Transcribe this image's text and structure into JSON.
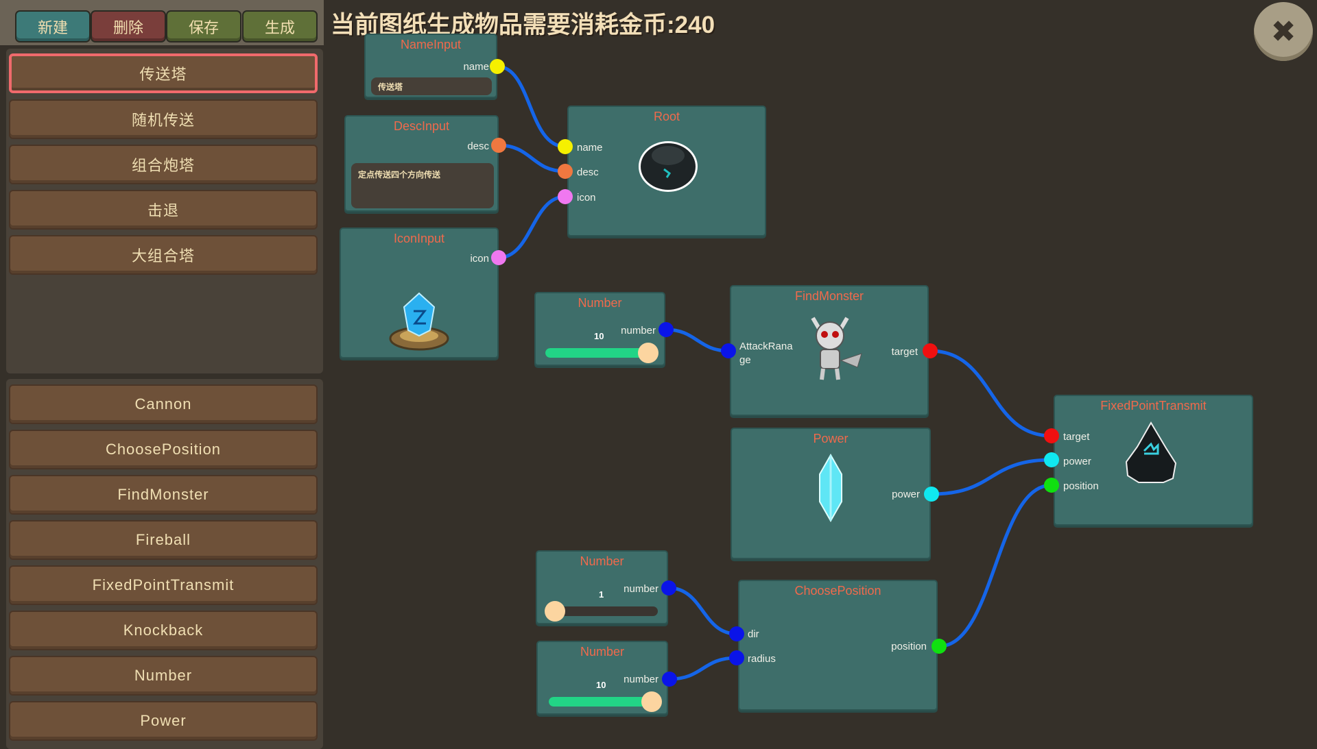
{
  "toolbar": {
    "new": "新建",
    "delete": "删除",
    "save": "保存",
    "generate": "生成"
  },
  "title": "当前图纸生成物品需要消耗金币:240",
  "blueprints": [
    "传送塔",
    "随机传送",
    "组合炮塔",
    "击退",
    "大组合塔"
  ],
  "selected_blueprint": "传送塔",
  "node_types": [
    "Cannon",
    "ChoosePosition",
    "FindMonster",
    "Fireball",
    "FixedPointTransmit",
    "Knockback",
    "Number",
    "Power"
  ],
  "nodes": {
    "name_input": {
      "title": "NameInput",
      "out": "name",
      "value": "传送塔"
    },
    "desc_input": {
      "title": "DescInput",
      "out": "desc",
      "value": "定点传送四个方向传送"
    },
    "icon_input": {
      "title": "IconInput",
      "out": "icon"
    },
    "root": {
      "title": "Root",
      "in": [
        "name",
        "desc",
        "icon"
      ]
    },
    "number1": {
      "title": "Number",
      "out": "number",
      "value": "10",
      "fraction": 1.0
    },
    "find_monster": {
      "title": "FindMonster",
      "in": "AttackRana ge",
      "out": "target"
    },
    "power": {
      "title": "Power",
      "out": "power"
    },
    "fixed_point": {
      "title": "FixedPointTransmit",
      "in": [
        "target",
        "power",
        "position"
      ]
    },
    "number2": {
      "title": "Number",
      "out": "number",
      "value": "1",
      "fraction": 0.0
    },
    "choose_position": {
      "title": "ChoosePosition",
      "in": [
        "dir",
        "radius"
      ],
      "out": "position"
    },
    "number3": {
      "title": "Number",
      "out": "number",
      "value": "10",
      "fraction": 1.0
    }
  },
  "colors": {
    "wire": "#1565e8",
    "name": "#f5f000",
    "desc": "#f07840",
    "icon": "#f078f0",
    "number": "#0a14e8",
    "target": "#f01010",
    "power": "#10e8f0",
    "position": "#10e010"
  }
}
